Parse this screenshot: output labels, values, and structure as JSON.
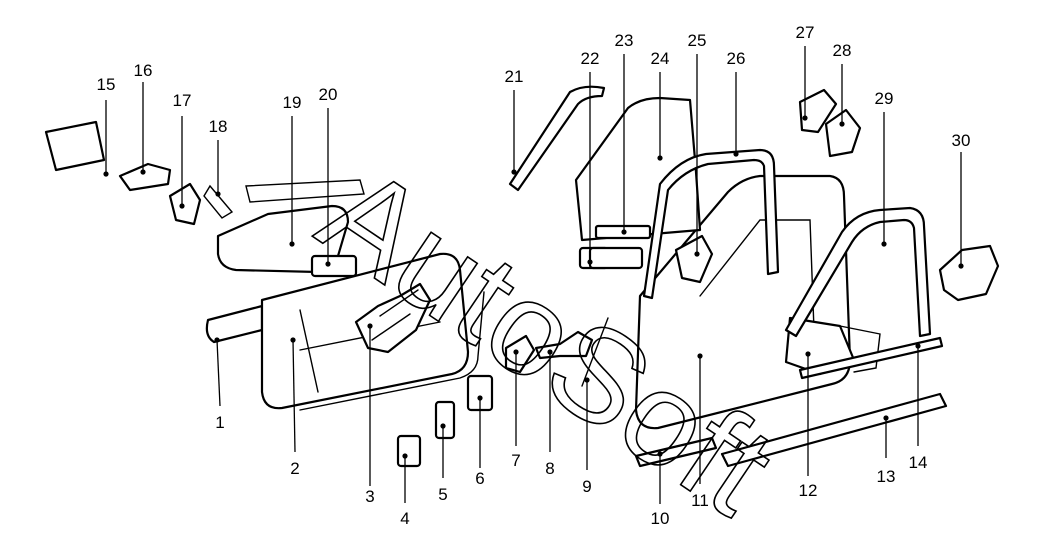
{
  "watermark": "AutoSoft",
  "callouts": [
    {
      "n": "1"
    },
    {
      "n": "2"
    },
    {
      "n": "3"
    },
    {
      "n": "4"
    },
    {
      "n": "5"
    },
    {
      "n": "6"
    },
    {
      "n": "7"
    },
    {
      "n": "8"
    },
    {
      "n": "9"
    },
    {
      "n": "10"
    },
    {
      "n": "11"
    },
    {
      "n": "12"
    },
    {
      "n": "13"
    },
    {
      "n": "14"
    },
    {
      "n": "15"
    },
    {
      "n": "16"
    },
    {
      "n": "17"
    },
    {
      "n": "18"
    },
    {
      "n": "19"
    },
    {
      "n": "20"
    },
    {
      "n": "21"
    },
    {
      "n": "22"
    },
    {
      "n": "23"
    },
    {
      "n": "24"
    },
    {
      "n": "25"
    },
    {
      "n": "26"
    },
    {
      "n": "27"
    },
    {
      "n": "28"
    },
    {
      "n": "29"
    },
    {
      "n": "30"
    }
  ]
}
